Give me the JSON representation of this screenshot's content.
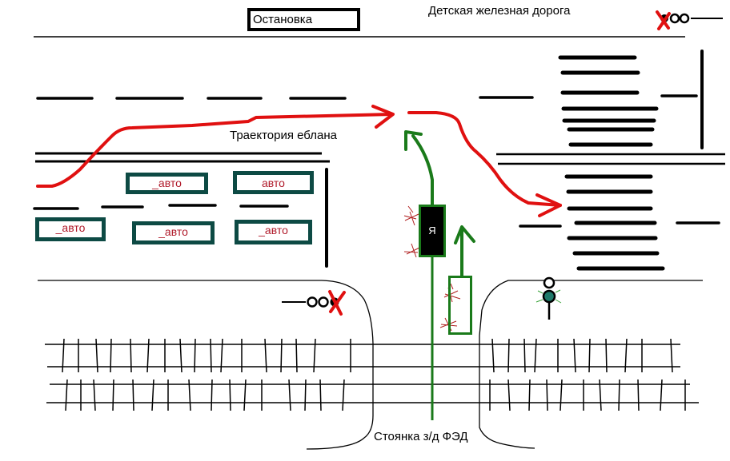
{
  "labels": {
    "bus_stop": "Остановка",
    "children_railway": "Детская железная дорога",
    "trajectory": "Траектория еблана",
    "parking": "Стоянка з/д ФЭД",
    "me": "Я"
  },
  "cars": [
    {
      "label": "_авто"
    },
    {
      "label": "авто"
    },
    {
      "label": "_авто"
    },
    {
      "label": "_авто"
    },
    {
      "label": "_авто"
    }
  ],
  "colors": {
    "road_line": "#000000",
    "trajectory": "#e01010",
    "my_path": "#1a7a1a",
    "car_border": "#0d4a44",
    "car_text": "#b01a2a",
    "crash_mark": "#b02020",
    "signal_green": "#1f7a6a"
  },
  "signals": [
    {
      "name": "top-right-signal",
      "state": "crossed-out"
    },
    {
      "name": "left-signal",
      "state": "crossed-out"
    },
    {
      "name": "right-signal",
      "state": "green"
    }
  ]
}
